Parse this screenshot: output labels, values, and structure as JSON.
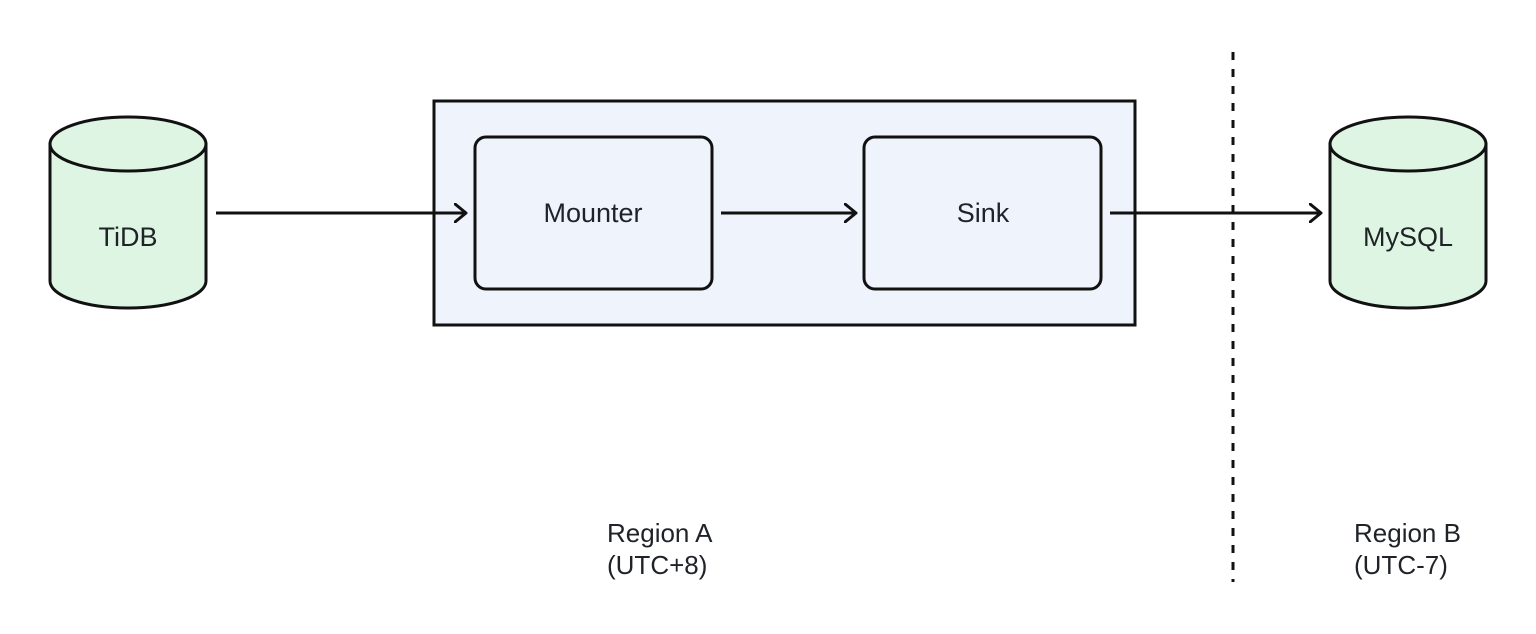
{
  "nodes": {
    "tidb": {
      "label": "TiDB"
    },
    "mounter": {
      "label": "Mounter"
    },
    "sink": {
      "label": "Sink"
    },
    "mysql": {
      "label": "MySQL"
    }
  },
  "regions": {
    "a": {
      "name": "Region A",
      "timezone": "(UTC+8)"
    },
    "b": {
      "name": "Region B",
      "timezone": "(UTC-7)"
    }
  },
  "colors": {
    "stroke": "#111111",
    "database_fill": "#dff5e4",
    "process_fill": "#eef3fc",
    "text": "#1f2328"
  }
}
